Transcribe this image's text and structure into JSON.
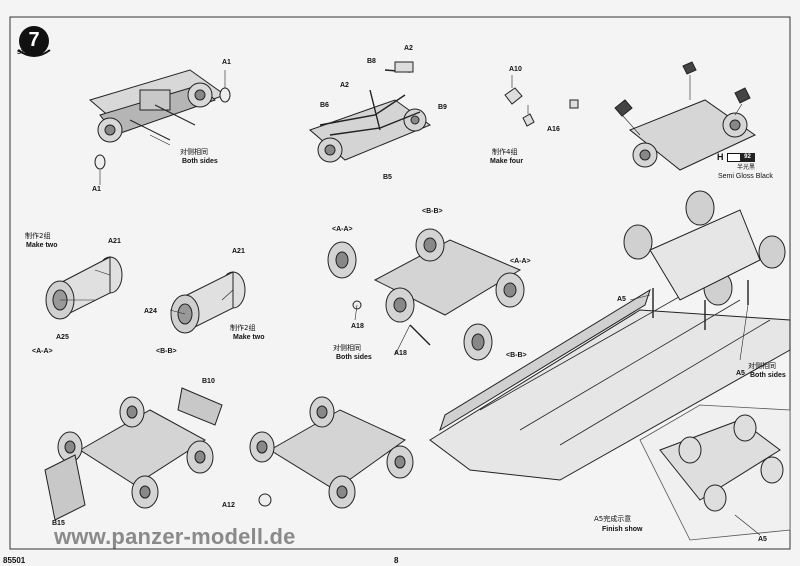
{
  "step": {
    "number": "7",
    "word": "STEP"
  },
  "labels": {
    "a1_top": "A1",
    "a1_bottom": "A1",
    "both_sides_1_zh": "对侧相同",
    "both_sides_1_en": "Both sides",
    "a2_top": "A2",
    "a2_mid": "A2",
    "b8": "B8",
    "b6": "B6",
    "b9": "B9",
    "b5": "B5",
    "a10": "A10",
    "a16": "A16",
    "make_four_zh": "制作4组",
    "make_four_en": "Make four",
    "make_two_1_zh": "制作2组",
    "make_two_1_en": "Make two",
    "a21_left": "A21",
    "a25": "A25",
    "aa_left": "<A-A>",
    "a21_right": "A21",
    "a24": "A24",
    "make_two_2_zh": "制作2组",
    "make_two_2_en": "Make two",
    "bb_left": "<B-B>",
    "aa_center": "<A-A>",
    "bb_top_center": "<B-B>",
    "aa_center_right": "<A-A>",
    "a18_left": "A18",
    "both_sides_2_zh": "对侧相同",
    "both_sides_2_en": "Both sides",
    "a18_bottom": "A18",
    "bb_center_right": "<B-B>",
    "paint_name_zh": "半光黑",
    "paint_name_en": "Semi Gloss Black",
    "a5_left": "A5",
    "a5_right": "A5",
    "both_sides_3_zh": "对侧相同",
    "both_sides_3_en": "Both sides",
    "b10": "B10",
    "b15": "B15",
    "a12": "A12",
    "finish_zh": "A5完成示意",
    "finish_en": "Finish show",
    "a5_inset": "A5"
  },
  "paint": {
    "letter": "H",
    "code": "92"
  },
  "footer": {
    "kit_number": "85501",
    "page_number": "8"
  },
  "watermark": "www.panzer-modell.de"
}
